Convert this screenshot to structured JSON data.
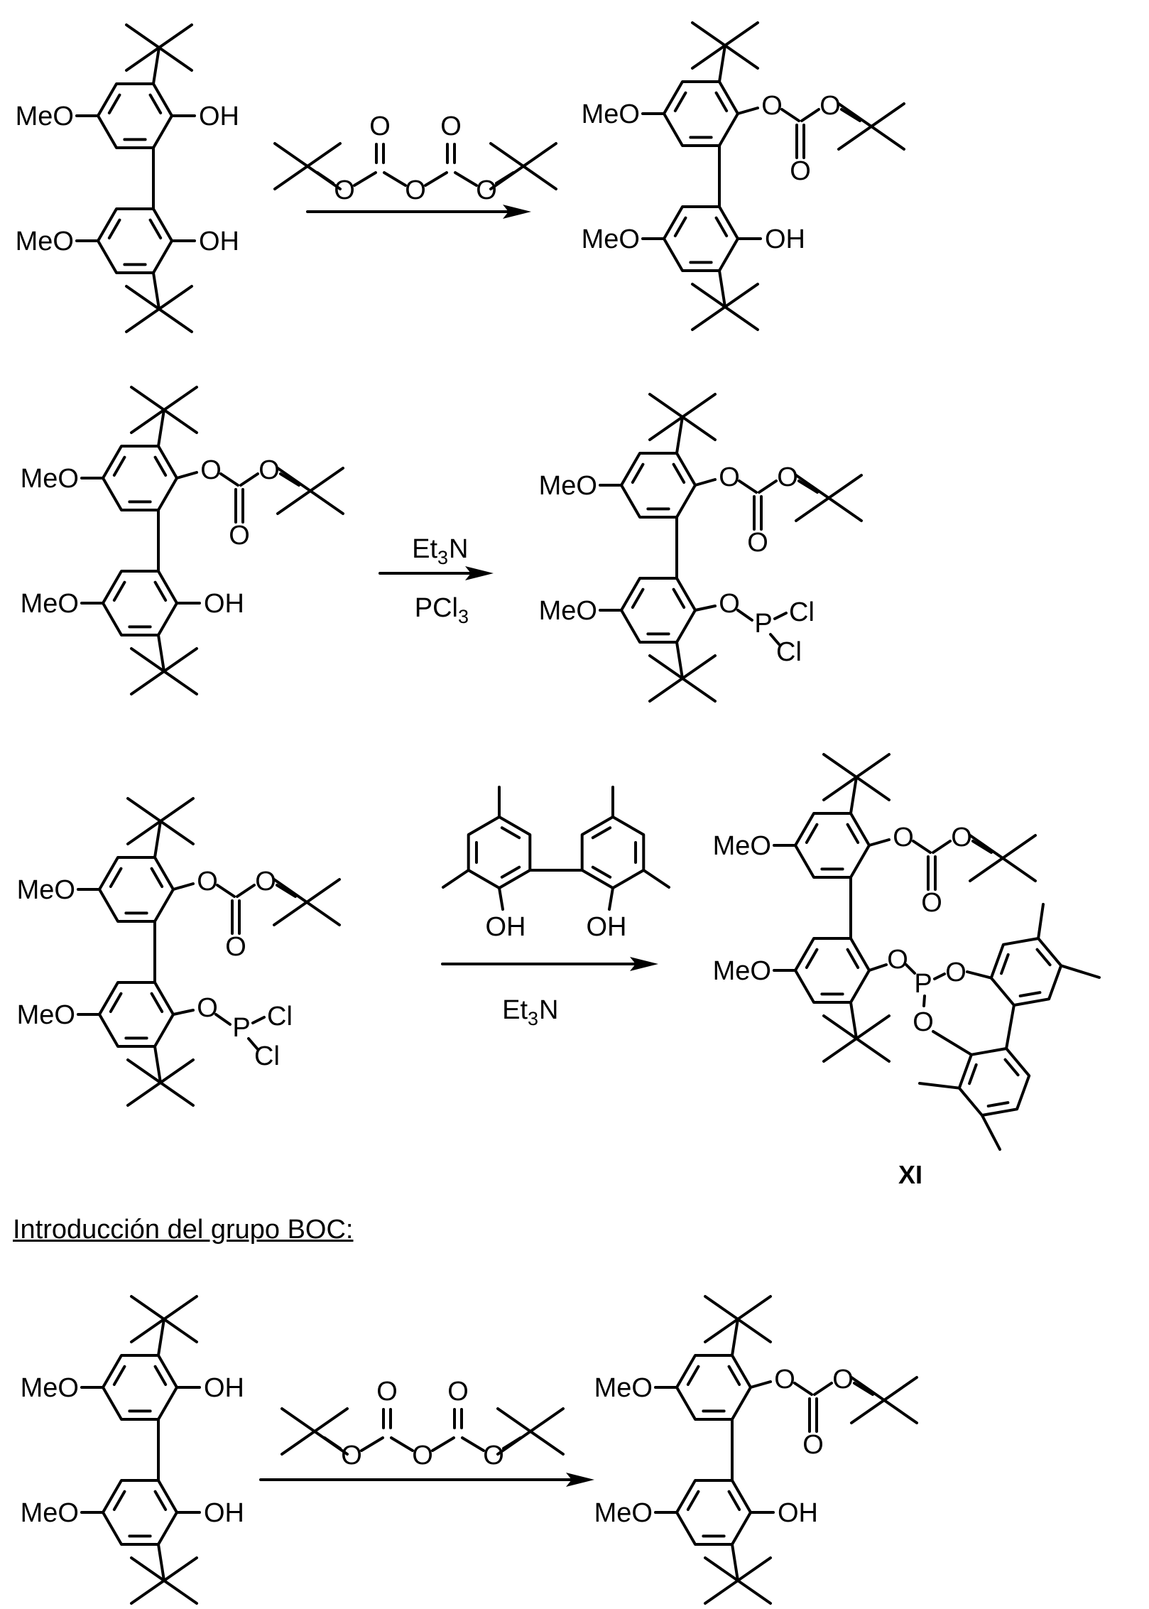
{
  "heading": "Introducción del grupo BOC:",
  "compound_label": "XI",
  "atoms": {
    "meo": "MeO",
    "oh": "OH",
    "o": "O",
    "p": "P",
    "cl": "Cl"
  },
  "reagents": {
    "et": "Et",
    "sub3": "3",
    "n": "N",
    "pcl": "PCl"
  }
}
